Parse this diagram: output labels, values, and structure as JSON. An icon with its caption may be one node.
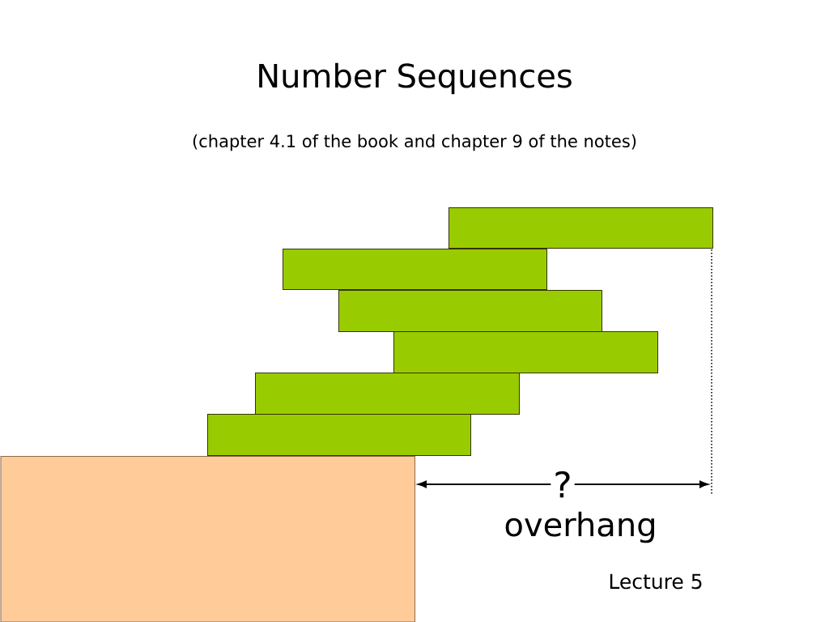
{
  "diagram": {
    "title": "Number Sequences",
    "nodes": [
      {
        "text": [],
        "shape": "box"
      },
      {
        "text": [],
        "shape": "box"
      },
      {
        "text": [],
        "shape": "box"
      },
      {
        "text": [],
        "shape": "box"
      },
      {
        "text": [],
        "shape": "box"
      },
      {
        "text": [],
        "shape": "box"
      },
      {
        "text": [],
        "shape": "box"
      }
    ],
    "labels": [
      "(chapter 4.1 of the book and chapter 9 of the notes)",
      "?",
      "overhang",
      "Lecture 5"
    ]
  }
}
